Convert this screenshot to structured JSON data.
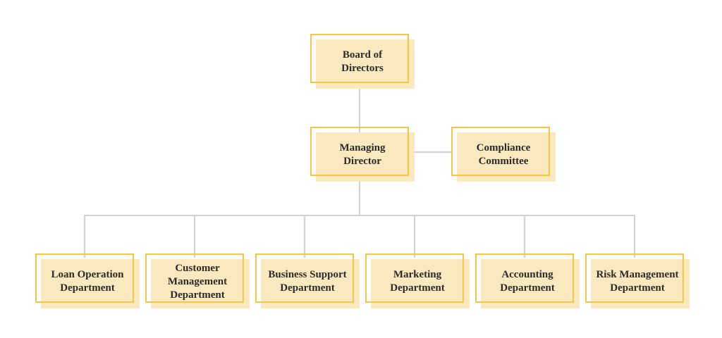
{
  "page": {
    "type": "organizational-chart",
    "background": "#FFFFFF"
  },
  "colors": {
    "bg": "#FFFFFF",
    "box_border": "#F5C54A",
    "box_fill": "#FAE9BE",
    "line": "#D2D2D2",
    "text": "#2B2B2B"
  },
  "nodes": {
    "board": {
      "label": "Board of\nDirectors"
    },
    "managing_director": {
      "label": "Managing\nDirector"
    },
    "compliance_committee": {
      "label": "Compliance\nCommittee"
    },
    "departments": [
      {
        "label": "Loan Operation\nDepartment"
      },
      {
        "label": "Customer\nManagement\nDepartment"
      },
      {
        "label": "Business Support\nDepartment"
      },
      {
        "label": "Marketing\nDepartment"
      },
      {
        "label": "Accounting\nDepartment"
      },
      {
        "label": "Risk Management\nDepartment"
      }
    ]
  },
  "edges": [
    {
      "from": "Board of Directors",
      "to": "Managing Director"
    },
    {
      "from": "Managing Director",
      "to": "Compliance Committee"
    },
    {
      "from": "Managing Director",
      "to": "Loan Operation Department"
    },
    {
      "from": "Managing Director",
      "to": "Customer Management Department"
    },
    {
      "from": "Managing Director",
      "to": "Business Support Department"
    },
    {
      "from": "Managing Director",
      "to": "Marketing Department"
    },
    {
      "from": "Managing Director",
      "to": "Accounting Department"
    },
    {
      "from": "Managing Director",
      "to": "Risk Management Department"
    }
  ]
}
